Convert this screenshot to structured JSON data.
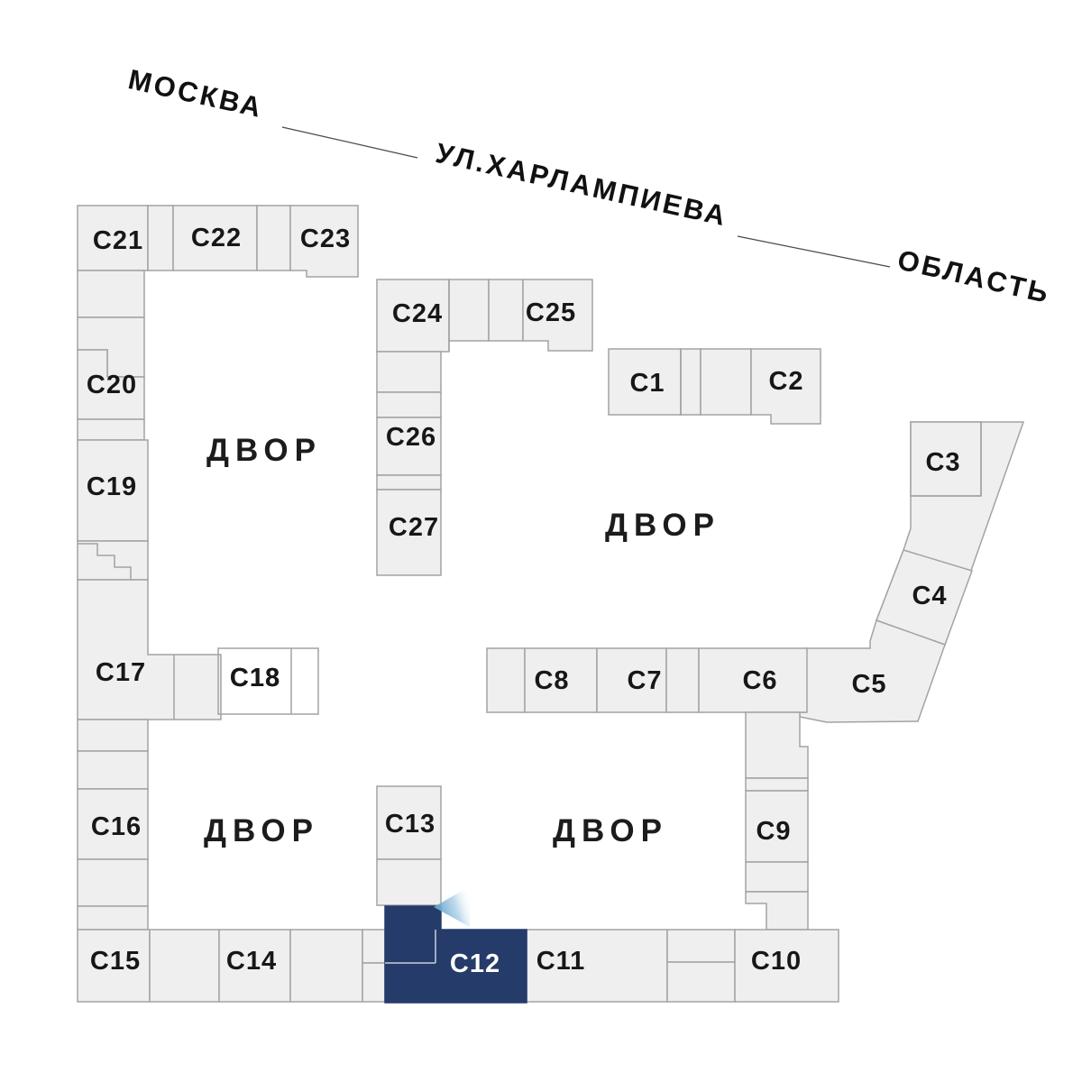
{
  "map": {
    "streets": {
      "left_label": "МОСКВА",
      "street_name": "УЛ.ХАРЛАМПИЕВА",
      "right_label": "ОБЛАСТЬ"
    },
    "courtyards": [
      {
        "label": "ДВОР"
      },
      {
        "label": "ДВОР"
      },
      {
        "label": "ДВОР"
      },
      {
        "label": "ДВОР"
      }
    ],
    "buildings": [
      {
        "id": "c1",
        "label": "С1"
      },
      {
        "id": "c2",
        "label": "С2"
      },
      {
        "id": "c3",
        "label": "С3"
      },
      {
        "id": "c4",
        "label": "С4"
      },
      {
        "id": "c5",
        "label": "С5"
      },
      {
        "id": "c6",
        "label": "С6"
      },
      {
        "id": "c7",
        "label": "С7"
      },
      {
        "id": "c8",
        "label": "С8"
      },
      {
        "id": "c9",
        "label": "С9"
      },
      {
        "id": "c10",
        "label": "С10"
      },
      {
        "id": "c11",
        "label": "С11"
      },
      {
        "id": "c12",
        "label": "С12",
        "selected": true
      },
      {
        "id": "c13",
        "label": "С13"
      },
      {
        "id": "c14",
        "label": "С14"
      },
      {
        "id": "c15",
        "label": "С15"
      },
      {
        "id": "c16",
        "label": "С16"
      },
      {
        "id": "c17",
        "label": "С17"
      },
      {
        "id": "c18",
        "label": "С18"
      },
      {
        "id": "c19",
        "label": "С19"
      },
      {
        "id": "c20",
        "label": "С20"
      },
      {
        "id": "c21",
        "label": "С21"
      },
      {
        "id": "c22",
        "label": "С22"
      },
      {
        "id": "c23",
        "label": "С23"
      },
      {
        "id": "c24",
        "label": "С24"
      },
      {
        "id": "c25",
        "label": "С25"
      },
      {
        "id": "c26",
        "label": "С26"
      },
      {
        "id": "c27",
        "label": "С27"
      }
    ],
    "selected_building": "С12",
    "colors": {
      "building_fill": "#efefef",
      "building_stroke": "#a3a3a3",
      "selected_fill": "#253b6a",
      "selected_divider": "#c9d0dd",
      "selected_text": "#ffffff",
      "label_color": "#171717",
      "pointer_blue": "#5e9fc8"
    }
  }
}
